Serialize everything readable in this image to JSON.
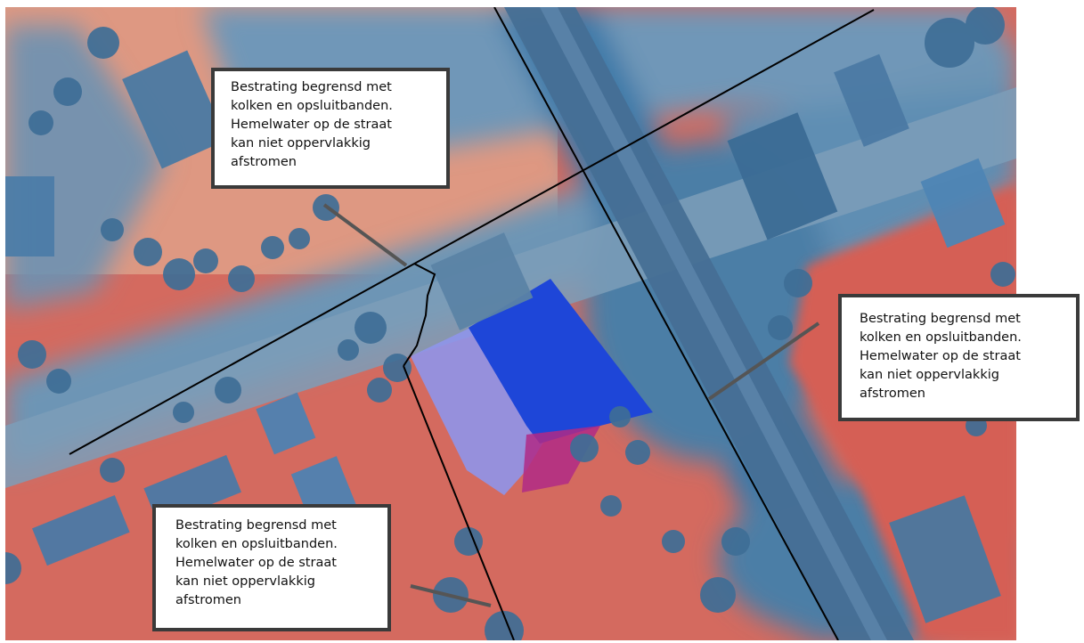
{
  "map": {
    "colors": {
      "dry_area": "#d9675d",
      "wet_area": "#3e7fb0",
      "road": "#4f7fa6",
      "pond": "#1f4fd6",
      "pond_light": "#8a90e8",
      "vegetation": "#3f6f94",
      "building": "#5a86ad",
      "boundary_line": "#000000",
      "leader_line": "#555555"
    },
    "icons": [
      "tree-icon",
      "building-icon"
    ]
  },
  "callouts": [
    {
      "lines": [
        "Bestrating begrensd met",
        "kolken en opsluitbanden.",
        "Hemelwater op de straat",
        "kan niet oppervlakkig",
        "afstromen"
      ]
    },
    {
      "lines": [
        "Bestrating begrensd met",
        "kolken en opsluitbanden.",
        "Hemelwater op de straat",
        "kan niet oppervlakkig",
        "afstromen"
      ]
    },
    {
      "lines": [
        "Bestrating begrensd met",
        "kolken en opsluitbanden.",
        "Hemelwater op de straat",
        "kan niet oppervlakkig",
        "afstromen"
      ]
    }
  ]
}
